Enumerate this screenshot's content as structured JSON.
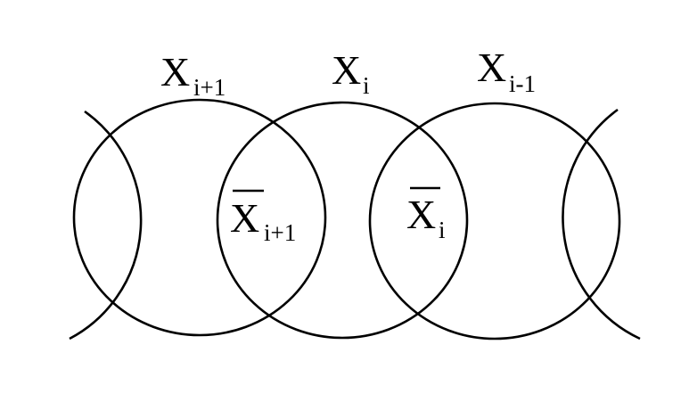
{
  "labels": {
    "top_left": {
      "base": "X",
      "sub": "i+1"
    },
    "top_middle": {
      "base": "X",
      "sub": "i"
    },
    "top_right": {
      "base": "X",
      "sub": "i-1"
    },
    "overlap_left": {
      "base": "X",
      "sub": "i+1",
      "overline": true
    },
    "overlap_right": {
      "base": "X",
      "sub": "i",
      "overline": true
    }
  },
  "colors": {
    "stroke": "#000000",
    "background": "#ffffff"
  }
}
